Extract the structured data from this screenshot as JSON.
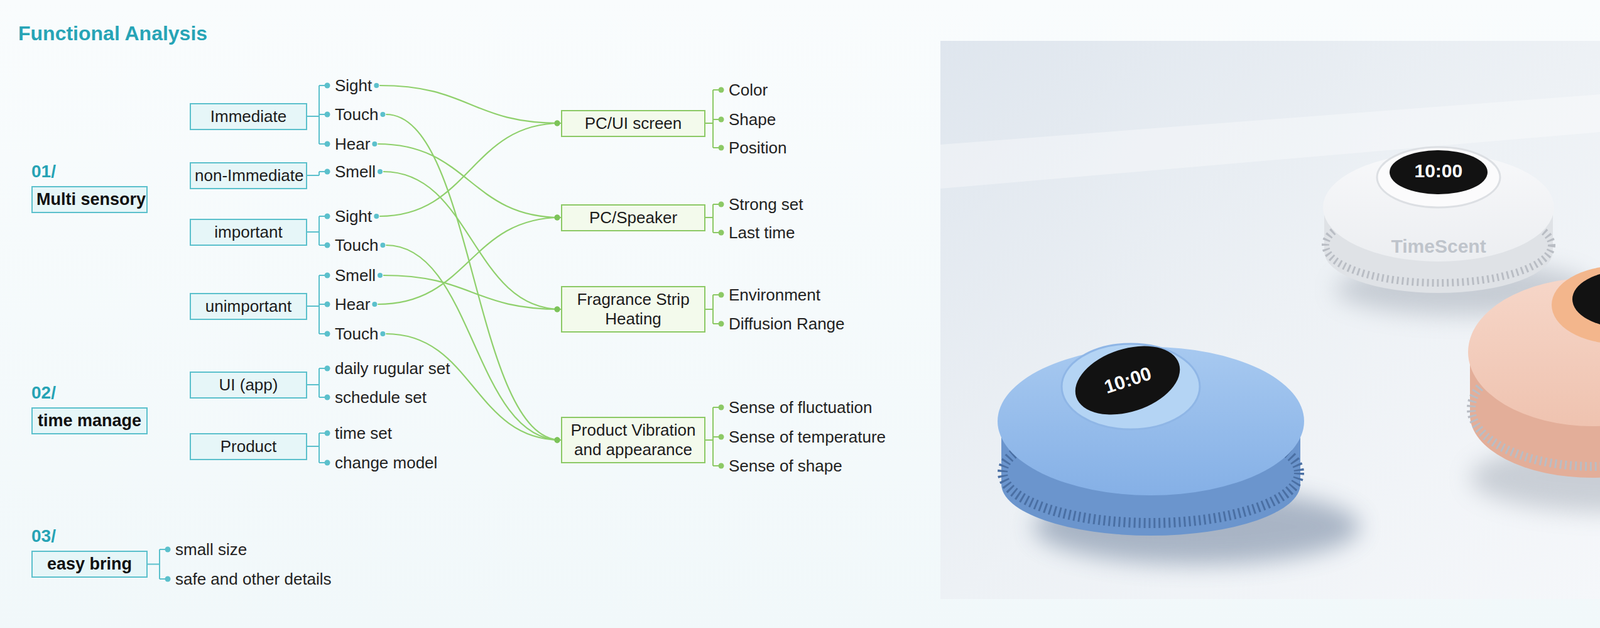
{
  "diagram": {
    "title": "Functional Analysis",
    "nodes": [
      {
        "text": [
          "01/",
          "Multi sensory"
        ]
      },
      {
        "text": [
          "Immediate"
        ]
      },
      {
        "text": [
          "Sight"
        ]
      },
      {
        "text": [
          "Touch"
        ]
      },
      {
        "text": [
          "Hear"
        ]
      },
      {
        "text": [
          "non-Immediate"
        ]
      },
      {
        "text": [
          "Smell"
        ]
      },
      {
        "text": [
          "important"
        ]
      },
      {
        "text": [
          "Sight"
        ]
      },
      {
        "text": [
          "Touch"
        ]
      },
      {
        "text": [
          "unimportant"
        ]
      },
      {
        "text": [
          "Smell"
        ]
      },
      {
        "text": [
          "Hear"
        ]
      },
      {
        "text": [
          "Touch"
        ]
      },
      {
        "text": [
          "02/",
          "time manage"
        ]
      },
      {
        "text": [
          "UI (app)"
        ]
      },
      {
        "text": [
          "Product"
        ]
      },
      {
        "text": [
          "03/",
          "easy bring"
        ]
      },
      {
        "text": [
          "PC/UI screen"
        ]
      },
      {
        "text": [
          "PC/Speaker"
        ]
      },
      {
        "text": [
          "Fragrance Strip Heating"
        ]
      },
      {
        "text": [
          "Product Vibration and appearance"
        ]
      }
    ],
    "edges": [
      {
        "from": 2,
        "to": 18,
        "arrow": "none"
      },
      {
        "from": 3,
        "to": 21,
        "arrow": "none"
      },
      {
        "from": 4,
        "to": 19,
        "arrow": "none"
      },
      {
        "from": 6,
        "to": 20,
        "arrow": "none"
      },
      {
        "from": 8,
        "to": 18,
        "arrow": "none"
      },
      {
        "from": 9,
        "to": 21,
        "arrow": "none"
      },
      {
        "from": 11,
        "to": 20,
        "arrow": "none"
      },
      {
        "from": 12,
        "to": 19,
        "arrow": "none"
      },
      {
        "from": 13,
        "to": 21,
        "arrow": "none"
      }
    ],
    "labels": [
      "daily rugular set",
      "schedule set",
      "time set",
      "change model",
      "small size",
      "safe and other details",
      "Color",
      "Shape",
      "Position",
      "Strong set",
      "Last time",
      "Environment",
      "Diffusion Range",
      "Sense of fluctuation",
      "Sense of temperature",
      "Sense of shape",
      "10:00",
      "TimeScent",
      "10:00"
    ]
  }
}
